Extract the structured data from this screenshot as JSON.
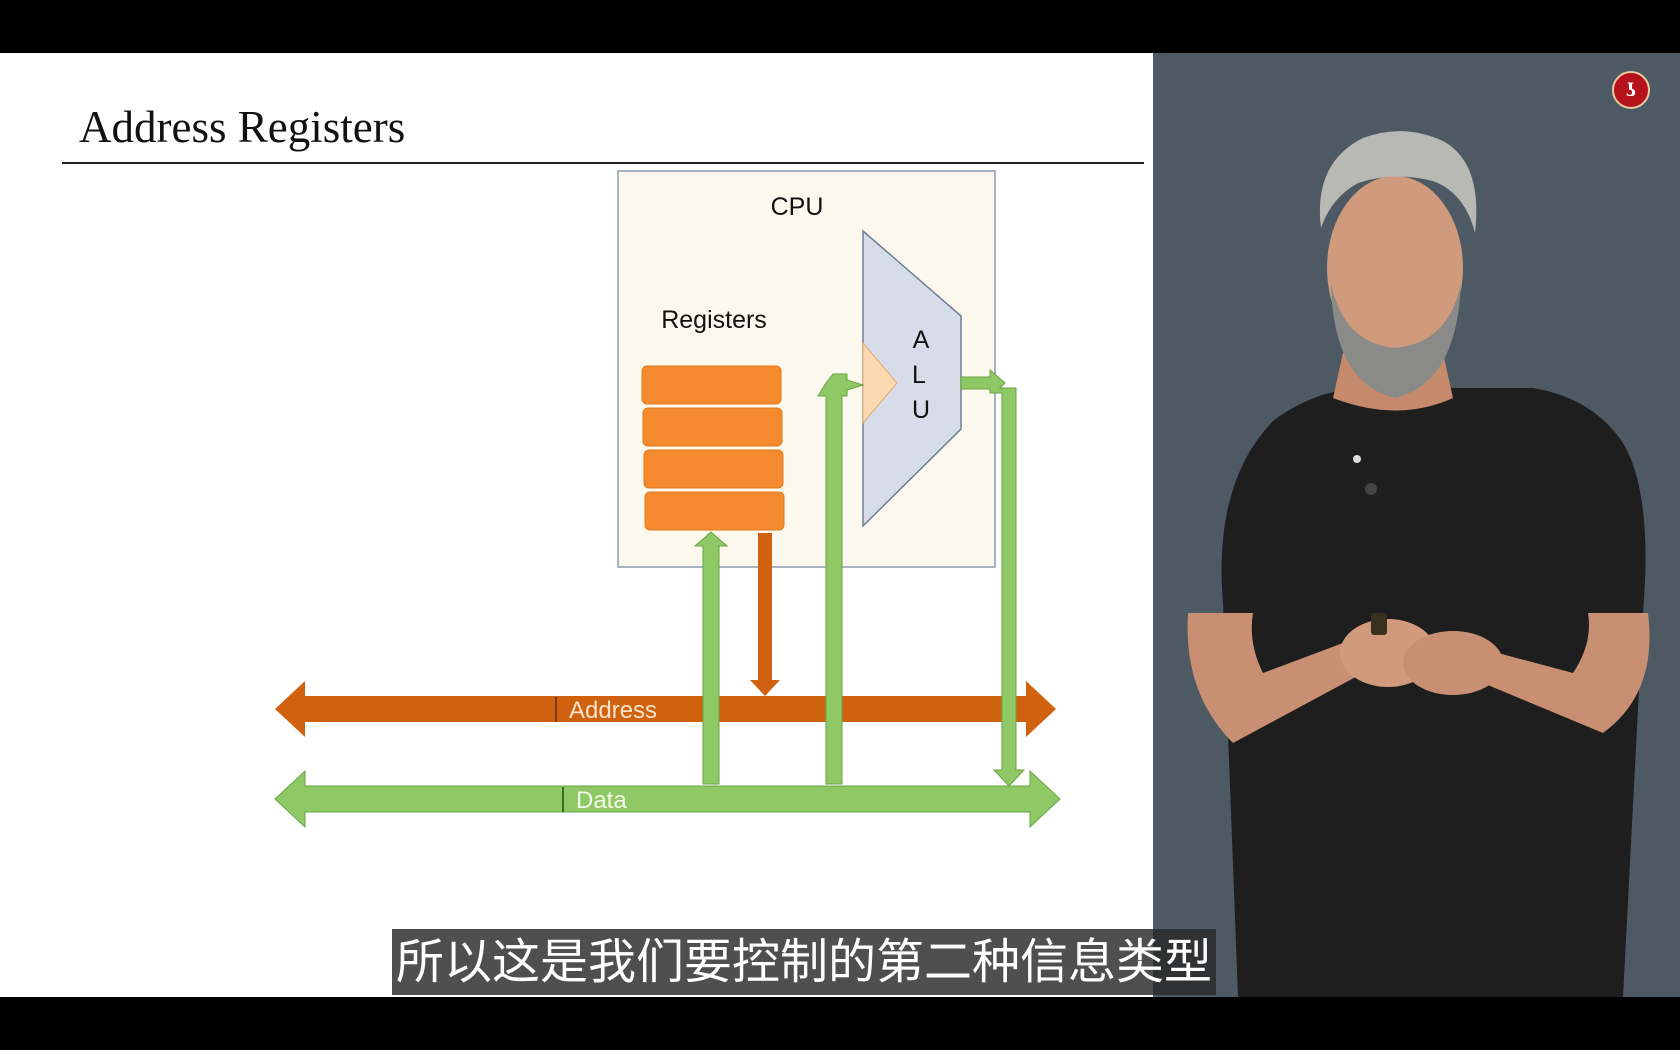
{
  "slide": {
    "title": "Address Registers",
    "cpu_label": "CPU",
    "registers_label": "Registers",
    "alu_letters": [
      "A",
      "L",
      "U"
    ],
    "address_bus_label": "Address",
    "data_bus_label": "Data"
  },
  "subtitle": {
    "text": "所以这是我们要控制的第二种信息类型"
  },
  "logo": {
    "glyph": "ʖ"
  },
  "colors": {
    "address_bus": "#d0620f",
    "data_bus": "#8fc965",
    "register": "#f58a2e",
    "cpu_box": "#fdf8ee",
    "alu": "#d6dde9",
    "panel_bg": "#4d5a63"
  }
}
